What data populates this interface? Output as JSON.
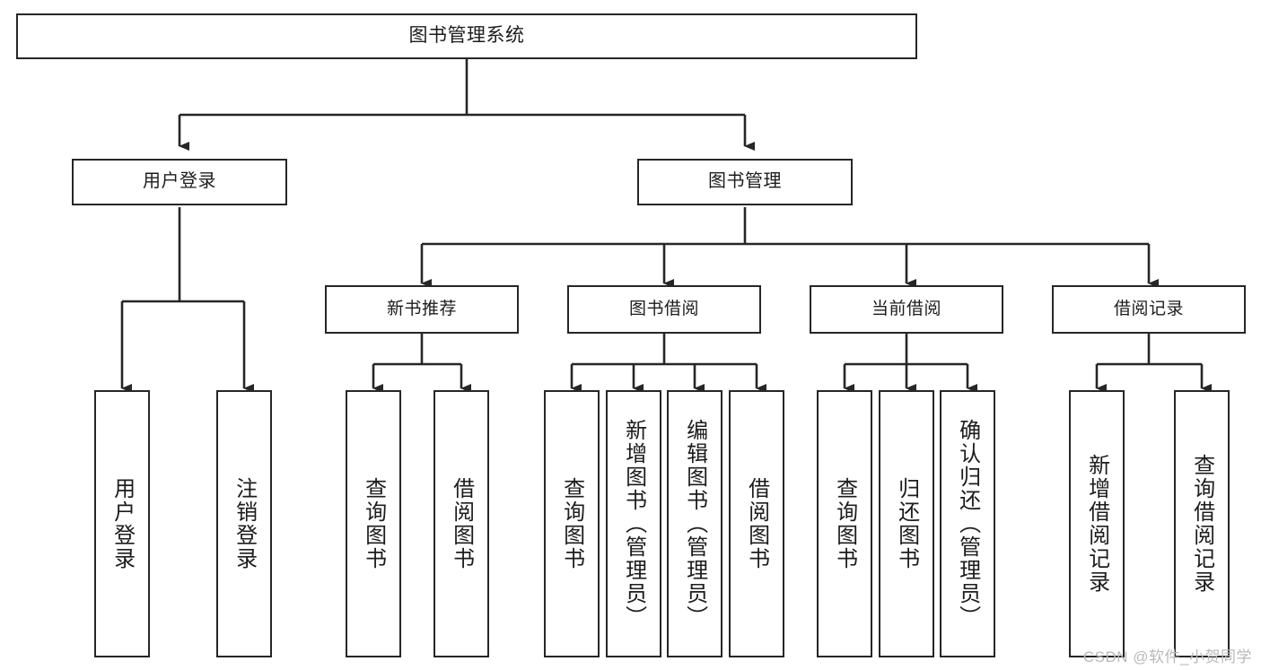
{
  "diagram": {
    "type": "tree",
    "title": "图书管理系统",
    "watermark": "CSDN @软件_小贺同学",
    "colors": {
      "box_border": "#262626",
      "box_fill": "#ffffff",
      "connector": "#262626",
      "text": "#1c1c1c",
      "watermark": "#b9b9b9",
      "background": "#ffffff"
    },
    "root": {
      "label": "图书管理系统"
    },
    "level2": [
      {
        "label": "用户登录"
      },
      {
        "label": "图书管理"
      }
    ],
    "level3": [
      {
        "label": "新书推荐"
      },
      {
        "label": "图书借阅"
      },
      {
        "label": "当前借阅"
      },
      {
        "label": "借阅记录"
      }
    ],
    "leaves": [
      {
        "label": "用户登录",
        "parent": "用户登录"
      },
      {
        "label": "注销登录",
        "parent": "用户登录"
      },
      {
        "label": "查询图书",
        "parent": "新书推荐"
      },
      {
        "label": "借阅图书",
        "parent": "新书推荐"
      },
      {
        "label": "查询图书",
        "parent": "图书借阅"
      },
      {
        "label": "新增图书（管理员）",
        "parent": "图书借阅"
      },
      {
        "label": "编辑图书（管理员）",
        "parent": "图书借阅"
      },
      {
        "label": "借阅图书",
        "parent": "图书借阅"
      },
      {
        "label": "查询图书",
        "parent": "当前借阅"
      },
      {
        "label": "归还图书",
        "parent": "当前借阅"
      },
      {
        "label": "确认归还（管理员）",
        "parent": "当前借阅"
      },
      {
        "label": "新增借阅记录",
        "parent": "借阅记录"
      },
      {
        "label": "查询借阅记录",
        "parent": "借阅记录"
      }
    ]
  }
}
